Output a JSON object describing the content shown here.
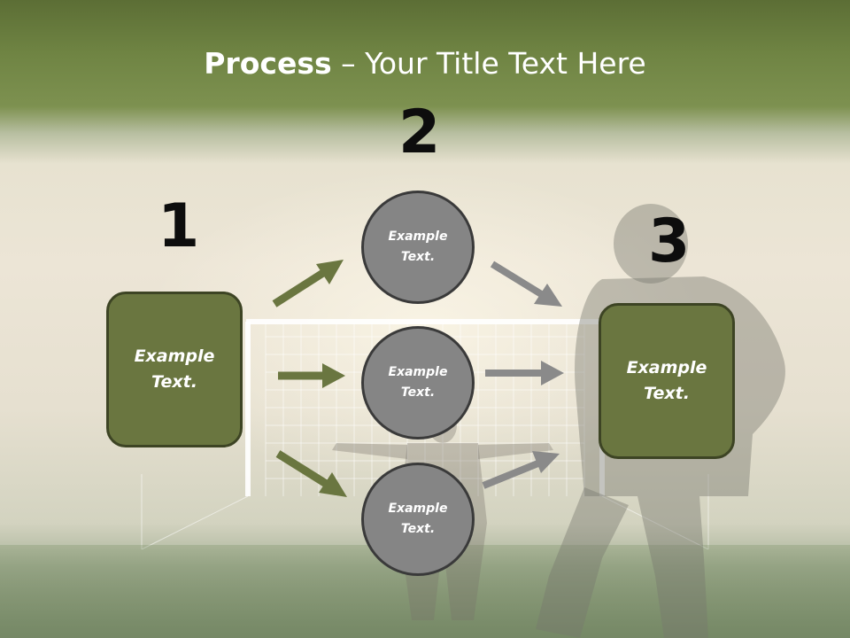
{
  "slide": {
    "title_bold": "Process",
    "title_rest": " – Your Title Text Here"
  },
  "steps": {
    "step1_number": "1",
    "step2_number": "2",
    "step3_number": "3"
  },
  "nodes": {
    "box1_text": "Example Text.",
    "circle_top_text": "Example Text.",
    "circle_mid_text": "Example Text.",
    "circle_bottom_text": "Example Text.",
    "box3_text": "Example Text."
  },
  "colors": {
    "box_fill": "#6a7640",
    "circle_fill": "#858585",
    "green_arrow": "#6a7640",
    "gray_arrow": "#8a8a8a"
  }
}
